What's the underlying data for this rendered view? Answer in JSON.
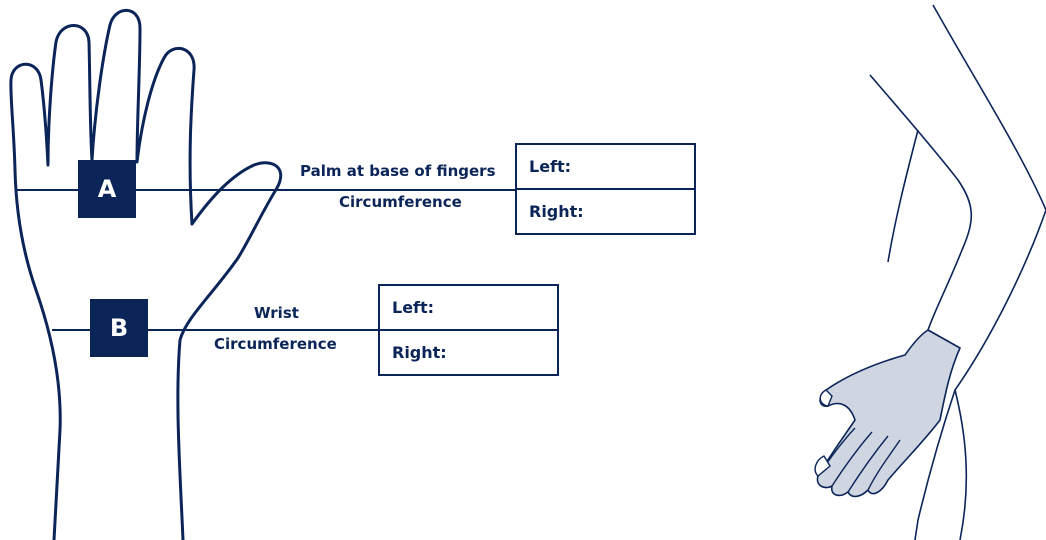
{
  "colors": {
    "navy": "#0b2559",
    "glove_fill": "#cfd5e1"
  },
  "measure_a": {
    "badge": "A",
    "label_top": "Palm at base of fingers",
    "label_bottom": "Circumference",
    "left_label": "Left:",
    "right_label": "Right:"
  },
  "measure_b": {
    "badge": "B",
    "label_top": "Wrist",
    "label_bottom": "Circumference",
    "left_label": "Left:",
    "right_label": "Right:"
  }
}
